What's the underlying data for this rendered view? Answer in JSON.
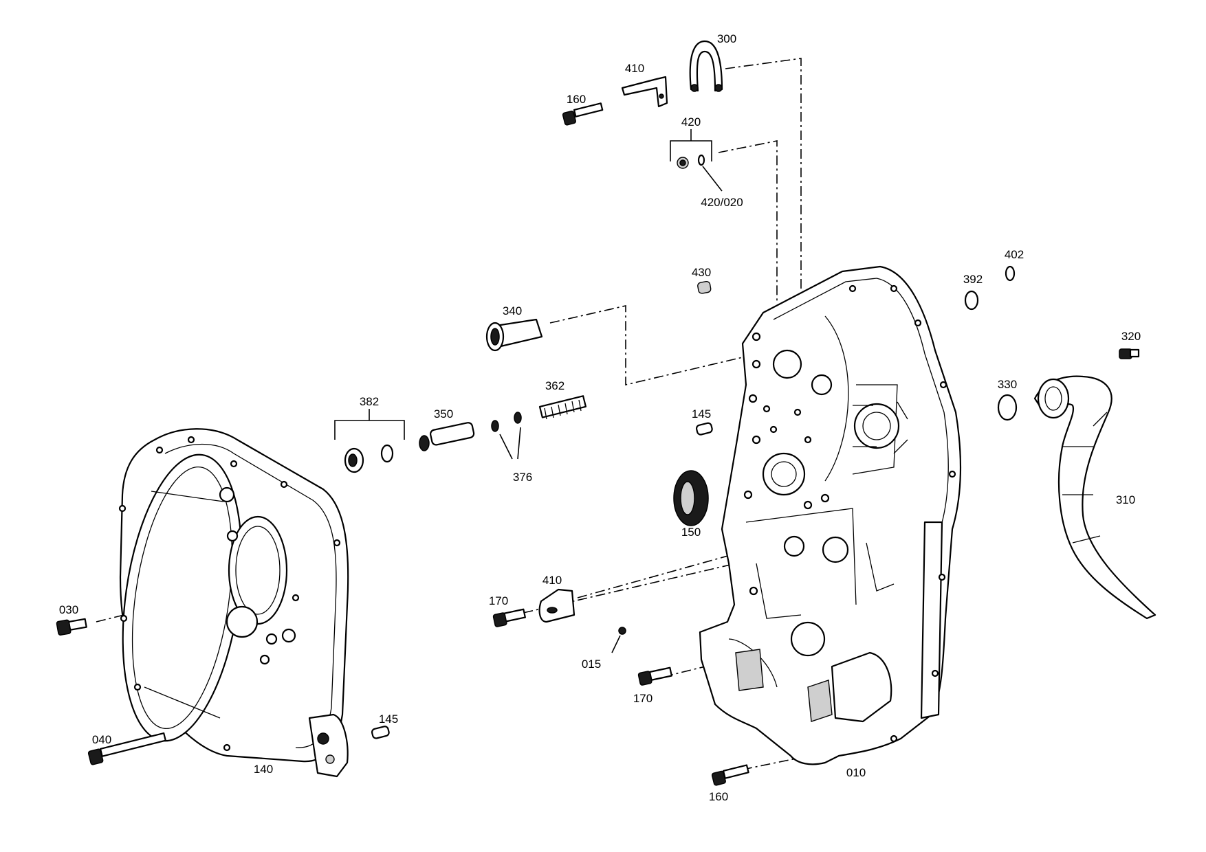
{
  "diagram": {
    "labels": {
      "l300": "300",
      "l410a": "410",
      "l160a": "160",
      "l420": "420",
      "l420020": "420/020",
      "l430": "430",
      "l340": "340",
      "l382": "382",
      "l350": "350",
      "l362": "362",
      "l376": "376",
      "l145a": "145",
      "l150": "150",
      "l410b": "410",
      "l170a": "170",
      "l015": "015",
      "l170b": "170",
      "l160b": "160",
      "l010": "010",
      "l392": "392",
      "l402": "402",
      "l320": "320",
      "l330": "330",
      "l310": "310",
      "l030": "030",
      "l040": "040",
      "l140": "140",
      "l145b": "145"
    }
  }
}
